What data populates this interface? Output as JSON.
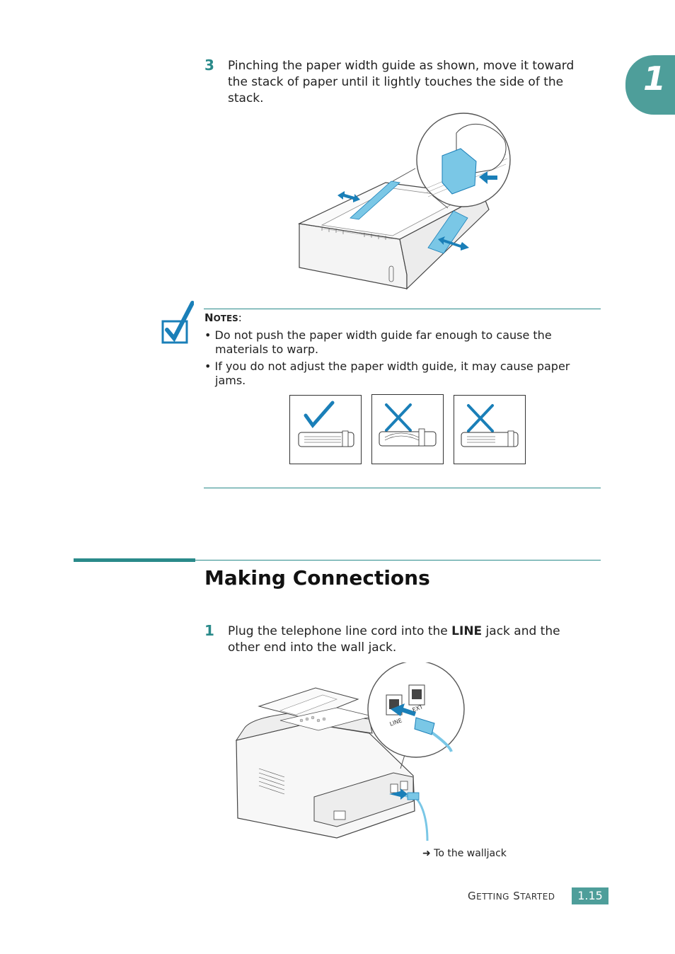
{
  "chapter": {
    "number": "1"
  },
  "step3": {
    "number": "3",
    "line1": "Pinching the paper width guide as shown, move it toward",
    "line2": "the stack of paper until it lightly touches the side of the",
    "line3": "stack."
  },
  "notes": {
    "heading_first": "N",
    "heading_rest": "OTES",
    "heading_colon": ":",
    "items": [
      {
        "line1": "• Do not push the paper width guide far enough to cause the",
        "line2": "materials to warp."
      },
      {
        "line1": "• If you do not adjust the paper width guide, it may cause paper",
        "line2": "jams."
      }
    ]
  },
  "section": {
    "title": "Making Connections"
  },
  "step1": {
    "number": "1",
    "before": "Plug the telephone line cord into the ",
    "bold": "LINE",
    "after": " jack and the",
    "line2": "other end into the wall jack."
  },
  "illustration": {
    "jack_line": "LINE",
    "jack_ext": "EXT",
    "caption": "➜ To the walljack"
  },
  "footer": {
    "g": "G",
    "etting": "ETTING",
    "s": "S",
    "tarted": "TARTED",
    "page": "1.15"
  },
  "colors": {
    "accent": "#2a8a8a",
    "tab": "#4e9e9a",
    "blue": "#1a7fb8"
  }
}
